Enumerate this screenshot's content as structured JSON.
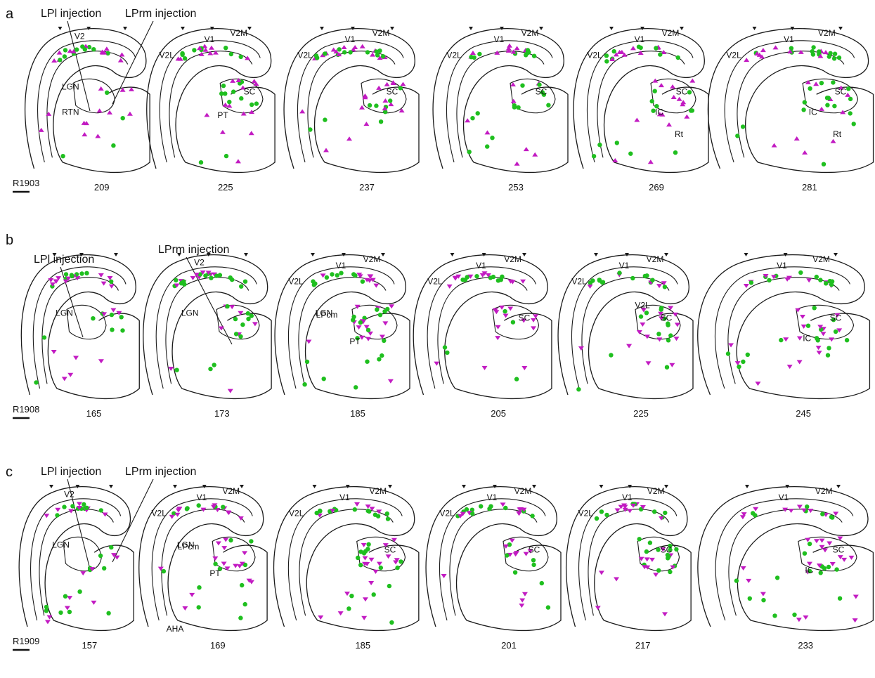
{
  "colors": {
    "green_marker": "#1fbf1f",
    "magenta_marker": "#c21bc2",
    "outline": "#1a1a1a"
  },
  "marker_legend": {
    "green": "circle",
    "magenta": "triangle"
  },
  "panels": [
    {
      "id": "a",
      "letter": "a",
      "case_id": "R1903",
      "marker_shape_magenta": "triangle-up",
      "injection_labels": [
        "LPl injection",
        "LPrm injection"
      ],
      "sections": [
        {
          "number": "209",
          "labels": [
            "V2",
            "LGN",
            "RTN"
          ]
        },
        {
          "number": "225",
          "labels": [
            "V2L",
            "V1",
            "V2M",
            "SC",
            "PT"
          ]
        },
        {
          "number": "237",
          "labels": [
            "V2L",
            "V1",
            "V2M",
            "SC"
          ]
        },
        {
          "number": "253",
          "labels": [
            "V2L",
            "V1",
            "V2M",
            "SC"
          ]
        },
        {
          "number": "269",
          "labels": [
            "V2L",
            "V1",
            "V2M",
            "SC",
            "IC",
            "Rt"
          ]
        },
        {
          "number": "281",
          "labels": [
            "V2L",
            "V1",
            "V2M",
            "SC",
            "IC",
            "Rt"
          ]
        }
      ]
    },
    {
      "id": "b",
      "letter": "b",
      "case_id": "R1908",
      "marker_shape_magenta": "triangle-down",
      "injection_labels": [
        "LPl injection",
        "LPrm injection"
      ],
      "sections": [
        {
          "number": "165",
          "labels": [
            "LGN"
          ]
        },
        {
          "number": "173",
          "labels": [
            "V2",
            "LGN"
          ]
        },
        {
          "number": "185",
          "labels": [
            "V2L",
            "V1",
            "V2M",
            "LPcm",
            "LGN",
            "PT"
          ]
        },
        {
          "number": "205",
          "labels": [
            "V2L",
            "V1",
            "V2M",
            "SC"
          ]
        },
        {
          "number": "225",
          "labels": [
            "V1",
            "V2M",
            "V2L",
            "V2L",
            "SC"
          ]
        },
        {
          "number": "245",
          "labels": [
            "V1",
            "V2M",
            "SC",
            "IC"
          ]
        }
      ]
    },
    {
      "id": "c",
      "letter": "c",
      "case_id": "R1909",
      "marker_shape_magenta": "triangle-down",
      "injection_labels": [
        "LPl injection",
        "LPrm injection"
      ],
      "sections": [
        {
          "number": "157",
          "labels": [
            "V2",
            "LGN"
          ]
        },
        {
          "number": "169",
          "labels": [
            "V2L",
            "V1",
            "V2M",
            "LGN",
            "LPcm",
            "PT",
            "AHA"
          ]
        },
        {
          "number": "185",
          "labels": [
            "V2L",
            "V1",
            "V2M",
            "SC"
          ]
        },
        {
          "number": "201",
          "labels": [
            "V1",
            "V2M",
            "V2L",
            "SC"
          ]
        },
        {
          "number": "217",
          "labels": [
            "V1",
            "V2M",
            "V2L",
            "SC"
          ]
        },
        {
          "number": "233",
          "labels": [
            "V1",
            "V2M",
            "SC",
            "IC"
          ]
        }
      ]
    }
  ]
}
